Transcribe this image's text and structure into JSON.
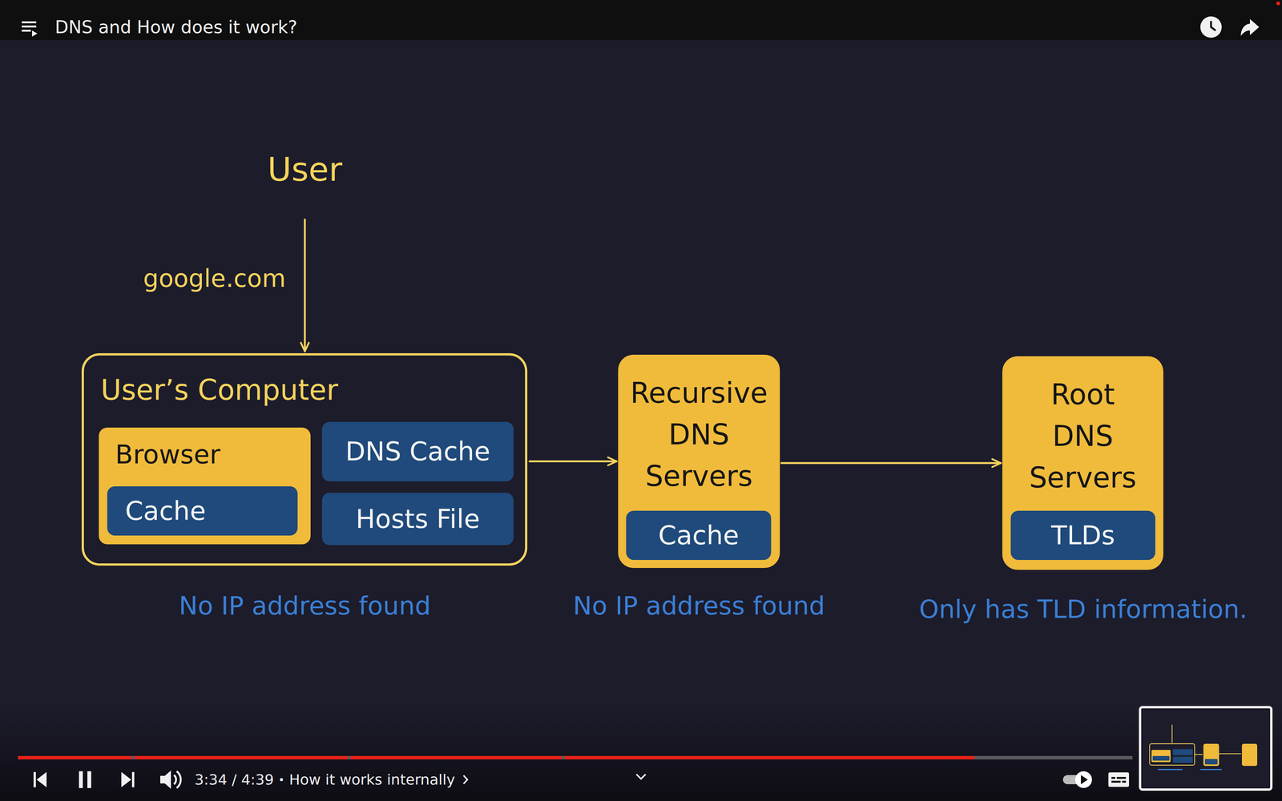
{
  "diagram": {
    "title": "DNS and How does it work?",
    "nodes": [
      {
        "text": [
          "User"
        ]
      },
      {
        "text": [
          "User’s Computer"
        ]
      },
      {
        "text": [
          "Browser"
        ],
        "in": 1
      },
      {
        "text": [
          "Cache"
        ],
        "in": 2
      },
      {
        "text": [
          "DNS Cache"
        ],
        "in": 1
      },
      {
        "text": [
          "Hosts File"
        ],
        "in": 1
      },
      {
        "text": [
          "Recursive DNS Servers"
        ]
      },
      {
        "text": [
          "Cache"
        ],
        "in": 6
      },
      {
        "text": [
          "Root DNS Servers"
        ]
      },
      {
        "text": [
          "TLDs"
        ],
        "in": 8
      }
    ],
    "edges": [
      {
        "from": 0,
        "to": 1,
        "label": "google.com",
        "arrow": "to"
      },
      {
        "from": 1,
        "to": 6,
        "arrow": "to"
      },
      {
        "from": 6,
        "to": 8,
        "arrow": "to"
      }
    ],
    "labels": [
      "No IP address found",
      "No IP address found",
      "Only has TLD information.",
      "3:34 / 4:39",
      "How it works internally"
    ]
  }
}
